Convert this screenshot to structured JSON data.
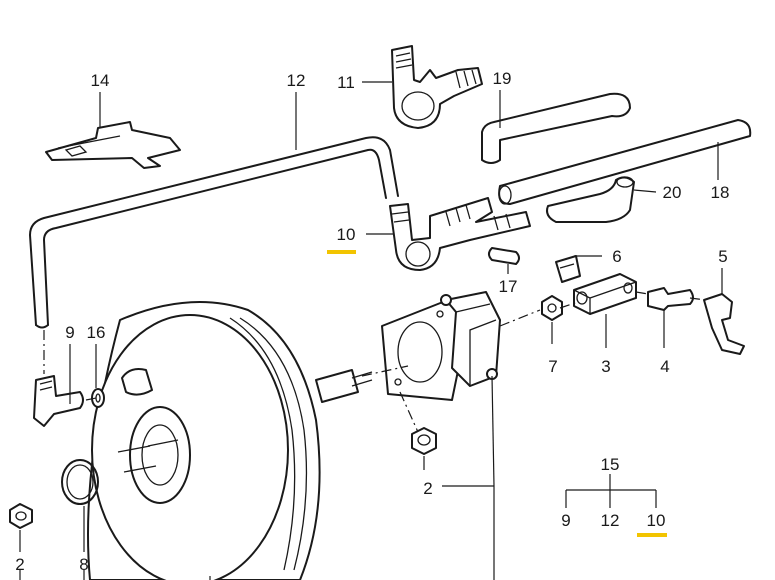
{
  "part_labels": {
    "p14": "14",
    "p12": "12",
    "p11": "11",
    "p19": "19",
    "p18": "18",
    "p20": "20",
    "p10": "10",
    "p6": "6",
    "p5": "5",
    "p17": "17",
    "p9": "9",
    "p16": "16",
    "p7": "7",
    "p3": "3",
    "p4": "4",
    "p2a": "2",
    "p2b": "2",
    "p8": "8",
    "legend_top": "15",
    "legend_a": "9",
    "legend_b": "12",
    "legend_c": "10"
  },
  "highlight_color": "#f2c400",
  "line_color": "#1a1a1a"
}
